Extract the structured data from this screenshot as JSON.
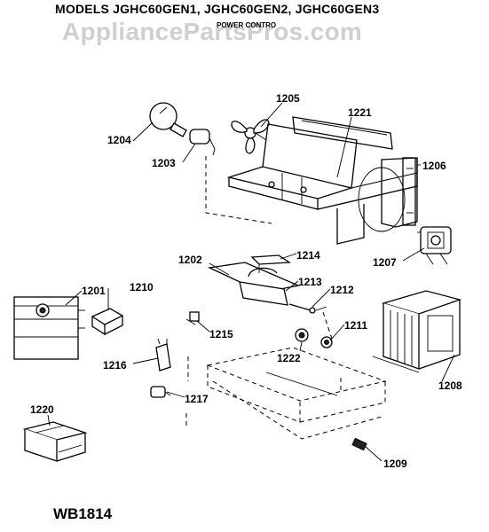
{
  "header": {
    "models": "MODELS JGHC60GEN1, JGHC60GEN2, JGHC60GEN3",
    "watermark": "AppliancePartsPros.com",
    "subtitle": "POWER CONTRO"
  },
  "footer": {
    "code": "WB1814"
  },
  "parts": {
    "p1201": "1201",
    "p1202": "1202",
    "p1203": "1203",
    "p1204": "1204",
    "p1205": "1205",
    "p1206": "1206",
    "p1207": "1207",
    "p1208": "1208",
    "p1209": "1209",
    "p1210": "1210",
    "p1211": "1211",
    "p1212": "1212",
    "p1213": "1213",
    "p1214": "1214",
    "p1215": "1215",
    "p1216": "1216",
    "p1217": "1217",
    "p1220": "1220",
    "p1221": "1221",
    "p1222": "1222"
  }
}
